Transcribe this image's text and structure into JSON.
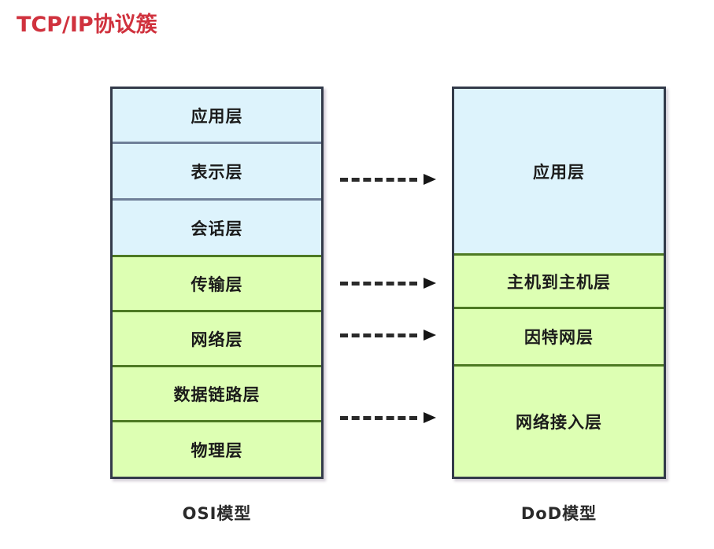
{
  "slide": {
    "title": "TCP/IP协议簇",
    "title_color": "#d0323e",
    "background_color": "#ffffff"
  },
  "palette": {
    "blue_fill": "#ddf3fc",
    "green_fill": "#ddffb3",
    "blue_divider": "#6f7f99",
    "green_divider": "#4d7a23",
    "outer_border": "#333b4a",
    "text_color": "#1b1b1b",
    "arrow_color": "#161616"
  },
  "osi_model": {
    "caption": "OSI模型",
    "layers": [
      {
        "label": "应用层",
        "group": "blue"
      },
      {
        "label": "表示层",
        "group": "blue"
      },
      {
        "label": "会话层",
        "group": "blue"
      },
      {
        "label": "传输层",
        "group": "green"
      },
      {
        "label": "网络层",
        "group": "green"
      },
      {
        "label": "数据链路层",
        "group": "green"
      },
      {
        "label": "物理层",
        "group": "green"
      }
    ]
  },
  "dod_model": {
    "caption": "DoD模型",
    "layers": [
      {
        "label": "应用层",
        "group": "blue"
      },
      {
        "label": "主机到主机层",
        "group": "green"
      },
      {
        "label": "因特网层",
        "group": "green"
      },
      {
        "label": "网络接入层",
        "group": "green"
      }
    ]
  },
  "mappings": [
    {
      "name": "application",
      "from": "表示层",
      "to": "应用层"
    },
    {
      "name": "transport",
      "from": "传输层",
      "to": "主机到主机层"
    },
    {
      "name": "network",
      "from": "网络层",
      "to": "因特网层"
    },
    {
      "name": "link",
      "from": "数据链路层",
      "to": "网络接入层"
    }
  ]
}
